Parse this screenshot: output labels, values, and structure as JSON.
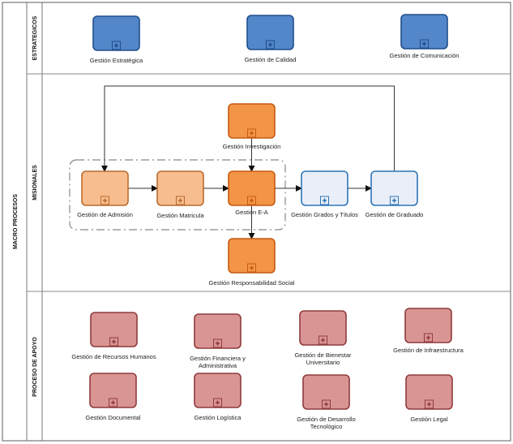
{
  "pool": {
    "title": "MACRO PROCESOS"
  },
  "colors": {
    "strategic_fill": "#5387c9",
    "strategic_stroke": "#1f4e8c",
    "missional_dark_fill": "#f39546",
    "missional_dark_stroke": "#c55a11",
    "missional_light_fill": "#f8bd8e",
    "missional_light_stroke": "#b96b2f",
    "missional_blue_fill": "#eaeef9",
    "missional_blue_stroke": "#2e75b6",
    "support_fill": "#d99594",
    "support_stroke": "#8f3b3b"
  },
  "lanes": [
    {
      "id": "estrategicos",
      "title": "ESTRATEGICOS",
      "processes": [
        {
          "id": "estrategica",
          "label": [
            "Gestión Estratégica"
          ],
          "style": "strategic"
        },
        {
          "id": "calidad",
          "label": [
            "Gestión de Calidad"
          ],
          "style": "strategic"
        },
        {
          "id": "comunicacion",
          "label": [
            "Gestión de Comunicación"
          ],
          "style": "strategic"
        }
      ]
    },
    {
      "id": "misionales",
      "title": "MISIONALES",
      "processes": [
        {
          "id": "investigacion",
          "label": [
            "Gestión Investigación"
          ],
          "style": "missional_dark"
        },
        {
          "id": "admision",
          "label": [
            "Gestión de Admisión"
          ],
          "style": "missional_light"
        },
        {
          "id": "matricula",
          "label": [
            "Gestión Matricula"
          ],
          "style": "missional_light"
        },
        {
          "id": "ea",
          "label": [
            "Gestión  E-A"
          ],
          "style": "missional_dark"
        },
        {
          "id": "grados",
          "label": [
            "Gestión Grados y Títulos"
          ],
          "style": "missional_blue"
        },
        {
          "id": "graduado",
          "label": [
            "Gestión de  Graduado"
          ],
          "style": "missional_blue"
        },
        {
          "id": "responsabilidad",
          "label": [
            "Gestión Responsabilidad Social"
          ],
          "style": "missional_dark"
        }
      ],
      "flows": [
        {
          "from": "admision",
          "to": "matricula"
        },
        {
          "from": "matricula",
          "to": "ea"
        },
        {
          "from": "ea",
          "to": "grados"
        },
        {
          "from": "grados",
          "to": "graduado"
        },
        {
          "from": "investigacion",
          "to": "ea"
        },
        {
          "from": "ea",
          "to": "responsabilidad"
        },
        {
          "from": "graduado",
          "to": "admision"
        }
      ]
    },
    {
      "id": "apoyo",
      "title": "PROCESO DE APOYO",
      "processes": [
        {
          "id": "rrhh",
          "label": [
            "Gestión de Recursos Humanos"
          ],
          "style": "support"
        },
        {
          "id": "financiera",
          "label": [
            "Gestión Financiera y",
            "Administrativa"
          ],
          "style": "support"
        },
        {
          "id": "bienestar",
          "label": [
            "Gestión de Bienestar",
            "Universitario"
          ],
          "style": "support"
        },
        {
          "id": "infraestructura",
          "label": [
            "Gestión de Infraestructura"
          ],
          "style": "support"
        },
        {
          "id": "documental",
          "label": [
            "Gestión Documental"
          ],
          "style": "support"
        },
        {
          "id": "logistica",
          "label": [
            "Gestión Logística"
          ],
          "style": "support"
        },
        {
          "id": "desarrollo",
          "label": [
            "Gestión de Desarrollo",
            "Tecnológico"
          ],
          "style": "support"
        },
        {
          "id": "legal",
          "label": [
            "Gestión Legal"
          ],
          "style": "support"
        }
      ]
    }
  ]
}
